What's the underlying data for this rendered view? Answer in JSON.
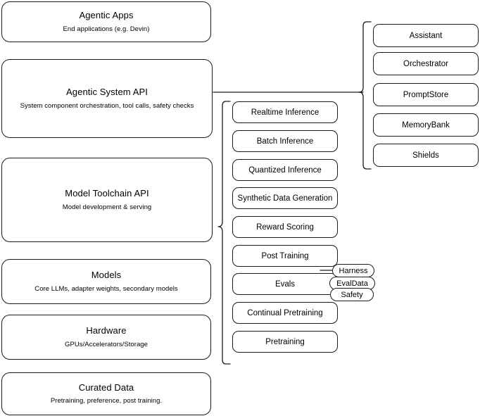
{
  "diagram": {
    "title": "AI Stack Layered Architecture",
    "background_color": "#ffffff",
    "stroke_color": "#1a1a1a"
  },
  "layers": [
    {
      "id": "agentic-apps",
      "title": "Agentic Apps",
      "subtitle": "End applications (e.g. Devin)"
    },
    {
      "id": "agentic-system-api",
      "title": "Agentic System API",
      "subtitle": "System component orchestration, tool calls, safety checks"
    },
    {
      "id": "model-toolchain-api",
      "title": "Model Toolchain API",
      "subtitle": "Model development & serving"
    },
    {
      "id": "models",
      "title": "Models",
      "subtitle": "Core LLMs, adapter weights, secondary models"
    },
    {
      "id": "hardware",
      "title": "Hardware",
      "subtitle": "GPUs/Accelerators/Storage"
    },
    {
      "id": "curated-data",
      "title": "Curated Data",
      "subtitle": "Pretraining, preference, post training."
    }
  ],
  "toolchain_components": [
    {
      "id": "realtime-inference",
      "label": "Realtime Inference"
    },
    {
      "id": "batch-inference",
      "label": "Batch Inference"
    },
    {
      "id": "quantized-inference",
      "label": "Quantized Inference"
    },
    {
      "id": "synthetic-data-generation",
      "label": "Synthetic Data Generation"
    },
    {
      "id": "reward-scoring",
      "label": "Reward Scoring"
    },
    {
      "id": "post-training",
      "label": "Post Training"
    },
    {
      "id": "evals",
      "label": "Evals"
    },
    {
      "id": "continual-pretraining",
      "label": "Continual Pretraining"
    },
    {
      "id": "pretraining",
      "label": "Pretraining"
    }
  ],
  "evals_tags": [
    {
      "id": "harness",
      "label": "Harness"
    },
    {
      "id": "evaldata",
      "label": "EvalData"
    },
    {
      "id": "safety",
      "label": "Safety"
    }
  ],
  "agentic_components": [
    {
      "id": "assistant",
      "label": "Assistant"
    },
    {
      "id": "orchestrator",
      "label": "Orchestrator"
    },
    {
      "id": "promptstore",
      "label": "PromptStore"
    },
    {
      "id": "memorybank",
      "label": "MemoryBank"
    },
    {
      "id": "shields",
      "label": "Shields"
    }
  ]
}
